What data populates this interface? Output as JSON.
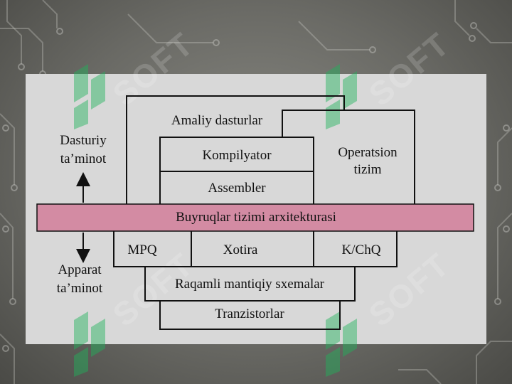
{
  "diagram": {
    "boxes": {
      "applications": "Amaliy dasturlar",
      "operating_system_line1": "Operatsion",
      "operating_system_line2": "tizim",
      "compiler": "Kompilyator",
      "assembler": "Assembler",
      "isa": "Buyruqlar tizimi arxitekturasi",
      "processor": "MPQ",
      "memory": "Xotira",
      "io": "K/ChQ",
      "digital_logic": "Raqamli mantiqiy sxemalar",
      "transistors": "Tranzistorlar"
    },
    "side_labels": {
      "software_line1": "Dasturiy",
      "software_line2": "ta’minot",
      "hardware_line1": "Apparat",
      "hardware_line2": "ta’minot"
    }
  },
  "watermark": {
    "text": "SOFT",
    "color": "#1fb35a"
  }
}
